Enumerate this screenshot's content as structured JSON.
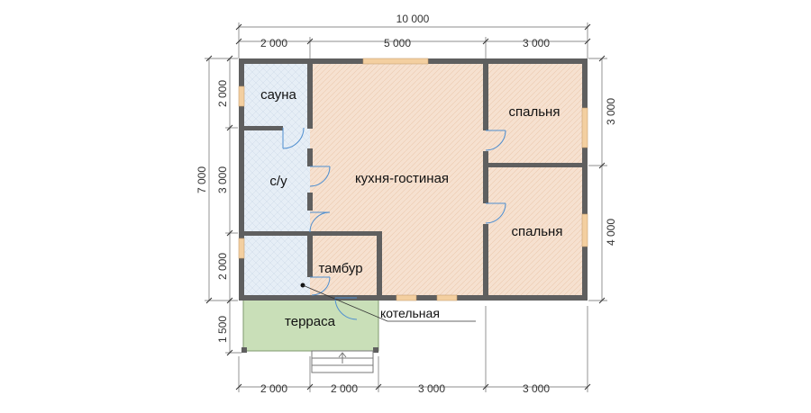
{
  "colors": {
    "wall": "#5f5f5f",
    "floor_wood": "#f6e1d0",
    "floor_tile": "#e6eef6",
    "terrace": "#c9dfb8",
    "window": "#f3cfa0",
    "door_arc": "#4f8fd0",
    "dim_line": "#666666"
  },
  "dimensions": {
    "top_total": "10 000",
    "top_segments": [
      "2 000",
      "5 000",
      "3 000"
    ],
    "bottom_segments": [
      "2 000",
      "2 000",
      "3 000",
      "3 000"
    ],
    "left_total": "7 000",
    "left_segments": [
      "2 000",
      "3 000",
      "2 000",
      "1 500"
    ],
    "right_segments": [
      "3 000",
      "4 000"
    ]
  },
  "rooms": {
    "sauna": "сауна",
    "bathroom": "с/у",
    "kitchen_living": "кухня-гостиная",
    "bedroom_1": "спальня",
    "bedroom_2": "спальня",
    "vestibule": "тамбур",
    "terrace": "терраса",
    "boiler_room": "котельная"
  }
}
